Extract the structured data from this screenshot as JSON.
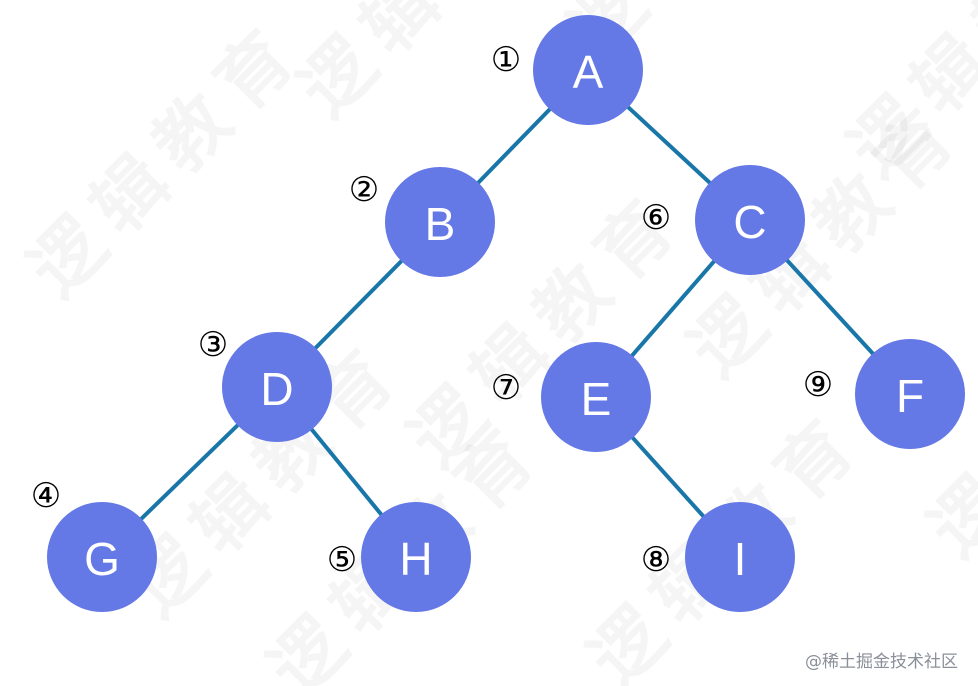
{
  "diagram": {
    "nodes": [
      {
        "id": "A",
        "label": "A",
        "order": "①"
      },
      {
        "id": "B",
        "label": "B",
        "order": "②"
      },
      {
        "id": "D",
        "label": "D",
        "order": "③"
      },
      {
        "id": "G",
        "label": "G",
        "order": "④"
      },
      {
        "id": "H",
        "label": "H",
        "order": "⑤"
      },
      {
        "id": "C",
        "label": "C",
        "order": "⑥"
      },
      {
        "id": "E",
        "label": "E",
        "order": "⑦"
      },
      {
        "id": "I",
        "label": "I",
        "order": "⑧"
      },
      {
        "id": "F",
        "label": "F",
        "order": "⑨"
      }
    ],
    "edges": [
      [
        "A",
        "B"
      ],
      [
        "A",
        "C"
      ],
      [
        "B",
        "D"
      ],
      [
        "D",
        "G"
      ],
      [
        "D",
        "H"
      ],
      [
        "C",
        "E"
      ],
      [
        "C",
        "F"
      ],
      [
        "E",
        "I"
      ]
    ],
    "colors": {
      "node_fill": "#6478E6",
      "edge": "#1976A8",
      "node_text": "#ffffff",
      "order_text": "#000000"
    }
  },
  "watermark": "逻辑教育",
  "credit": "@稀土掘金技术社区"
}
